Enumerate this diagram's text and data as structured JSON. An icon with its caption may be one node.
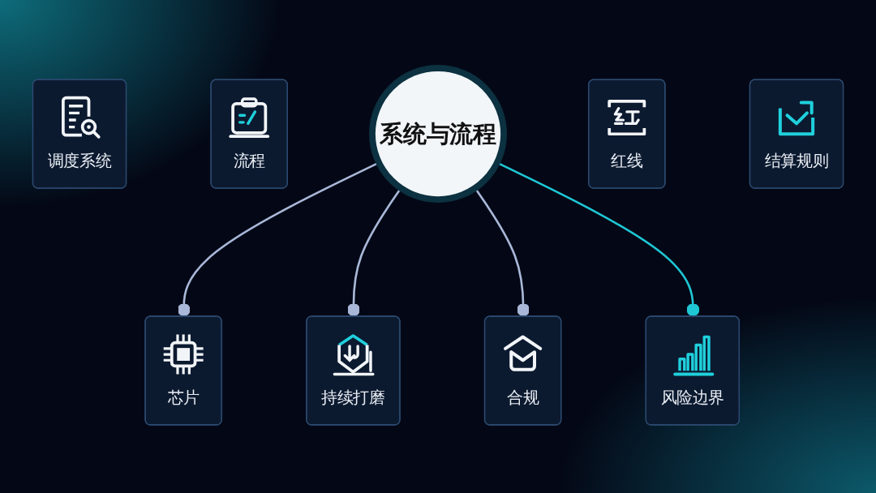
{
  "diagram": {
    "nodes": [
      {
        "text": [
          "系统与流程"
        ]
      },
      {
        "text": [
          "芯片"
        ]
      },
      {
        "text": [
          "调度系统"
        ]
      },
      {
        "text": [
          "流程"
        ]
      },
      {
        "text": [
          "持续打磨"
        ]
      },
      {
        "text": [
          "合规"
        ]
      },
      {
        "text": [
          "红线"
        ]
      },
      {
        "text": [
          "结算规则"
        ]
      },
      {
        "text": [
          "风险边界"
        ]
      }
    ],
    "edges": [
      {
        "from": 0,
        "to": 1,
        "arrow": "other"
      },
      {
        "from": 0,
        "to": 4,
        "arrow": "other"
      },
      {
        "from": 0,
        "to": 5,
        "arrow": "other"
      },
      {
        "from": 0,
        "to": 8,
        "arrow": "other",
        "color": "#1fc6d4"
      }
    ]
  }
}
